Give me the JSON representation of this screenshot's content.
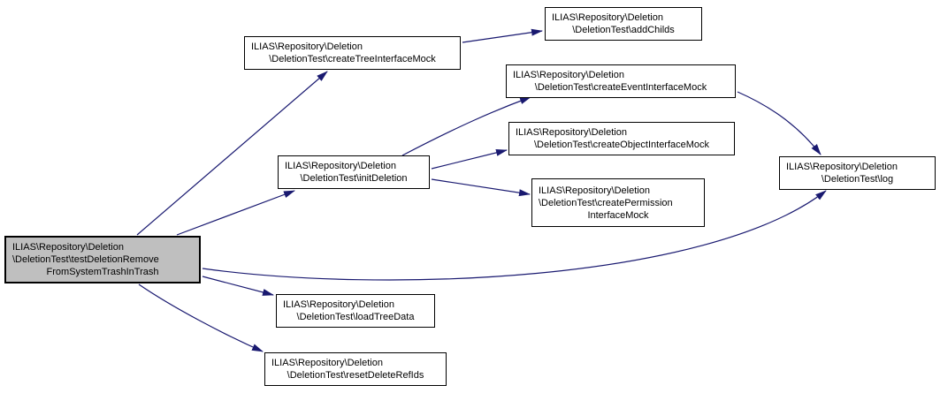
{
  "diagram": {
    "type": "call-graph",
    "colors": {
      "edge": "#191970",
      "node_border": "#000000",
      "node_fill": "#ffffff",
      "highlighted_node_fill": "#bfbfbf",
      "text": "#000000"
    },
    "nodes": [
      {
        "id": "testDeletionRemoveFromSystemTrashInTrash",
        "highlighted": true,
        "lines": [
          "ILIAS\\Repository\\Deletion",
          "\\DeletionTest\\testDeletionRemove",
          "FromSystemTrashInTrash"
        ]
      },
      {
        "id": "createTreeInterfaceMock",
        "highlighted": false,
        "lines": [
          "ILIAS\\Repository\\Deletion",
          "\\DeletionTest\\createTreeInterfaceMock"
        ]
      },
      {
        "id": "addChilds",
        "highlighted": false,
        "lines": [
          "ILIAS\\Repository\\Deletion",
          "\\DeletionTest\\addChilds"
        ]
      },
      {
        "id": "createEventInterfaceMock",
        "highlighted": false,
        "lines": [
          "ILIAS\\Repository\\Deletion",
          "\\DeletionTest\\createEventInterfaceMock"
        ]
      },
      {
        "id": "createObjectInterfaceMock",
        "highlighted": false,
        "lines": [
          "ILIAS\\Repository\\Deletion",
          "\\DeletionTest\\createObjectInterfaceMock"
        ]
      },
      {
        "id": "initDeletion",
        "highlighted": false,
        "lines": [
          "ILIAS\\Repository\\Deletion",
          "\\DeletionTest\\initDeletion"
        ]
      },
      {
        "id": "createPermissionInterfaceMock",
        "highlighted": false,
        "lines": [
          "ILIAS\\Repository\\Deletion",
          "\\DeletionTest\\createPermission",
          "InterfaceMock"
        ]
      },
      {
        "id": "log",
        "highlighted": false,
        "lines": [
          "ILIAS\\Repository\\Deletion",
          "\\DeletionTest\\log"
        ]
      },
      {
        "id": "loadTreeData",
        "highlighted": false,
        "lines": [
          "ILIAS\\Repository\\Deletion",
          "\\DeletionTest\\loadTreeData"
        ]
      },
      {
        "id": "resetDeleteRefIds",
        "highlighted": false,
        "lines": [
          "ILIAS\\Repository\\Deletion",
          "\\DeletionTest\\resetDeleteRefIds"
        ]
      }
    ],
    "edges": [
      {
        "from": "testDeletionRemoveFromSystemTrashInTrash",
        "to": "createTreeInterfaceMock"
      },
      {
        "from": "createTreeInterfaceMock",
        "to": "addChilds"
      },
      {
        "from": "testDeletionRemoveFromSystemTrashInTrash",
        "to": "initDeletion"
      },
      {
        "from": "initDeletion",
        "to": "createEventInterfaceMock"
      },
      {
        "from": "initDeletion",
        "to": "createObjectInterfaceMock"
      },
      {
        "from": "initDeletion",
        "to": "createPermissionInterfaceMock"
      },
      {
        "from": "createEventInterfaceMock",
        "to": "log"
      },
      {
        "from": "testDeletionRemoveFromSystemTrashInTrash",
        "to": "log"
      },
      {
        "from": "testDeletionRemoveFromSystemTrashInTrash",
        "to": "loadTreeData"
      },
      {
        "from": "testDeletionRemoveFromSystemTrashInTrash",
        "to": "resetDeleteRefIds"
      }
    ]
  }
}
